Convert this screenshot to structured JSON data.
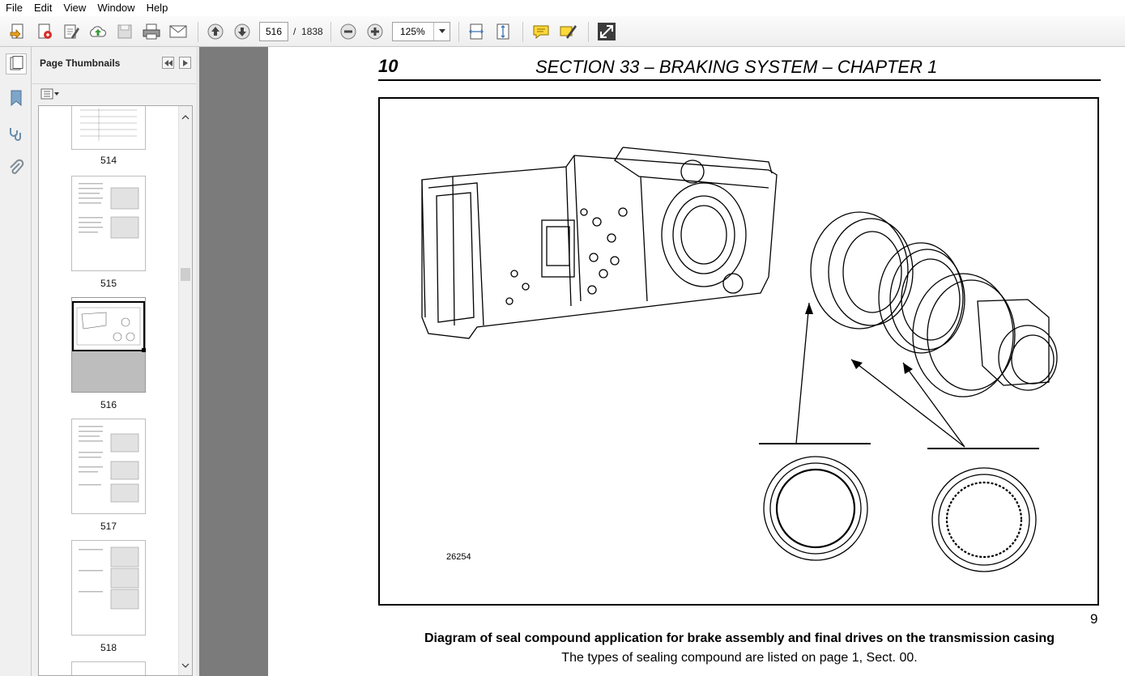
{
  "menu": [
    "File",
    "Edit",
    "View",
    "Window",
    "Help"
  ],
  "toolbar": {
    "current_page": "516",
    "page_separator": "/",
    "total_pages": "1838",
    "zoom": "125%"
  },
  "icons": {
    "open": "open-icon",
    "create": "create-pdf-icon",
    "edit": "edit-icon",
    "upload": "upload-icon",
    "save": "save-icon",
    "print": "print-icon",
    "email": "email-icon",
    "prev": "arrow-up-icon",
    "next": "arrow-down-icon",
    "zoom_out": "zoom-out-icon",
    "zoom_in": "zoom-in-icon",
    "fit_page": "fit-page-icon",
    "fit_width": "fit-width-icon",
    "comment": "comment-icon",
    "sign": "sign-icon",
    "fullscreen": "expand-icon"
  },
  "sidebar": {
    "title": "Page Thumbnails",
    "thumbnails": [
      {
        "label": "514"
      },
      {
        "label": "515"
      },
      {
        "label": "516",
        "selected": true
      },
      {
        "label": "517"
      },
      {
        "label": "518"
      }
    ]
  },
  "document": {
    "page_number": "10",
    "section_title": "SECTION 33 – BRAKING SYSTEM – CHAPTER 1",
    "figure_code": "26254",
    "figure_number": "9",
    "caption": "Diagram of seal compound application for brake assembly and final drives on the transmission casing",
    "subcaption": "The types of sealing compound are listed on page 1, Sect. 00."
  },
  "colors": {
    "doc_background": "#7b7b7b",
    "selected_thumb": "#000000"
  }
}
